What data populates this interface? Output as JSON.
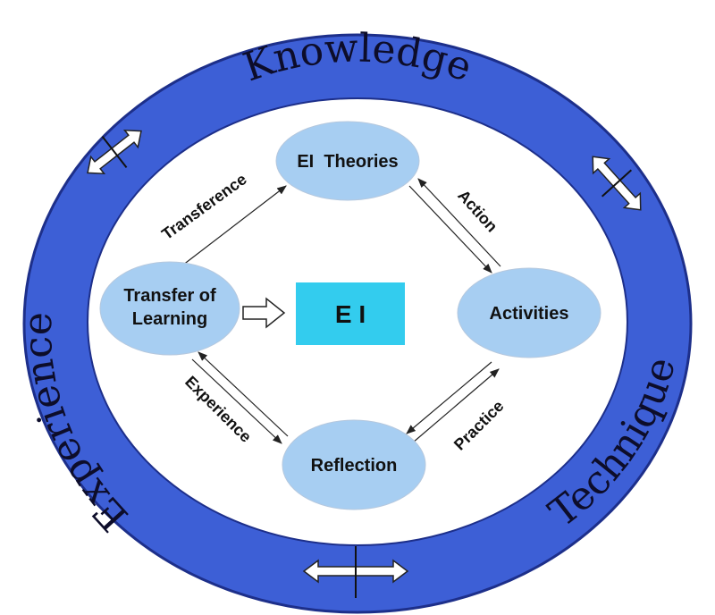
{
  "ring": {
    "top": "Knowledge",
    "left": "Experience",
    "right": "Technique"
  },
  "nodes": {
    "theories": "EI  Theories",
    "activities": "Activities",
    "reflection": "Reflection",
    "transfer_line1": "Transfer of",
    "transfer_line2": "Learning"
  },
  "center": "E I",
  "edges": {
    "transference": "Transference",
    "action": "Action",
    "practice": "Practice",
    "experience": "Experience"
  },
  "colors": {
    "ring": "#3d5fd6",
    "ring_border": "#1d2f8a",
    "node_fill": "#a7cef2",
    "center_fill": "#33ccee"
  }
}
